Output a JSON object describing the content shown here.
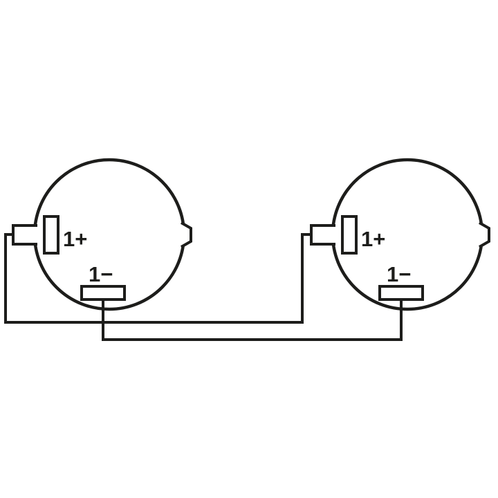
{
  "diagram": {
    "type": "wiring-diagram",
    "colors": {
      "line": "#1d1d1b",
      "background": "#ffffff"
    },
    "connectors": [
      {
        "side": "left",
        "terminals": {
          "positive": "1+",
          "negative": "1−"
        }
      },
      {
        "side": "right",
        "terminals": {
          "positive": "1+",
          "negative": "1−"
        }
      }
    ],
    "connections": [
      {
        "from": "left 1+",
        "to": "right 1+"
      },
      {
        "from": "left 1−",
        "to": "right 1−"
      }
    ]
  }
}
